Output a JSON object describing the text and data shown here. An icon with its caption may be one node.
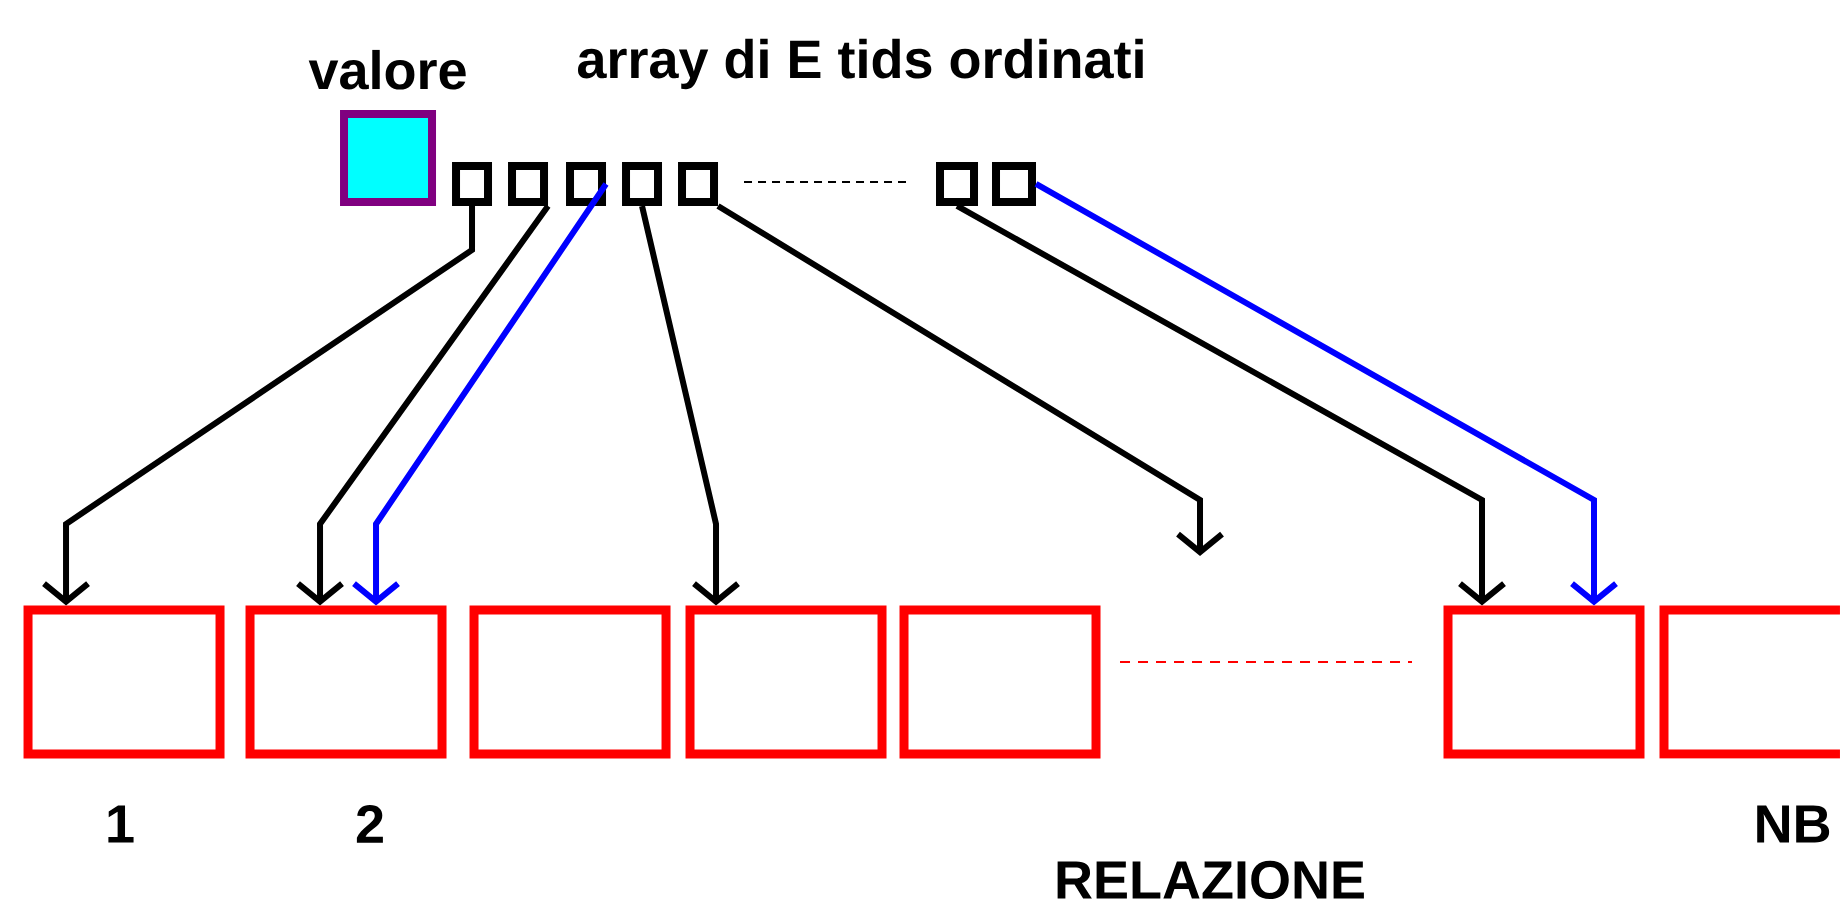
{
  "diagram": {
    "nodes": [
      {
        "text": [
          "valore"
        ]
      },
      {
        "text": [],
        "shape": "box"
      },
      {
        "text": [],
        "shape": "box"
      },
      {
        "text": [],
        "shape": "box"
      },
      {
        "text": [],
        "shape": "box"
      },
      {
        "text": [],
        "shape": "box"
      },
      {
        "text": [],
        "shape": "box"
      },
      {
        "text": [],
        "shape": "box"
      },
      {
        "text": [],
        "shape": "box",
        "beside": [
          "1"
        ]
      },
      {
        "text": [],
        "shape": "box",
        "beside": [
          "2"
        ]
      },
      {
        "text": [],
        "shape": "box"
      },
      {
        "text": [],
        "shape": "box"
      },
      {
        "text": [],
        "shape": "box"
      },
      {
        "text": [],
        "shape": "box"
      },
      {
        "text": [],
        "shape": "box",
        "beside": [
          "NB"
        ]
      }
    ],
    "edges": [
      {
        "from": 1,
        "to": 8,
        "arrow": "to"
      },
      {
        "from": 2,
        "to": 9,
        "arrow": "to"
      },
      {
        "from": 3,
        "to": 9,
        "arrow": "to",
        "color": "#0000ff"
      },
      {
        "from": 4,
        "to": 11,
        "arrow": "to"
      },
      {
        "from": 5,
        "to": null,
        "arrow": "to"
      },
      {
        "from": 6,
        "to": 13,
        "arrow": "to"
      },
      {
        "from": 7,
        "to": 13,
        "arrow": "to",
        "color": "#0000ff"
      }
    ],
    "labels": [
      "array di E tids ordinati",
      "RELAZIONE"
    ]
  }
}
